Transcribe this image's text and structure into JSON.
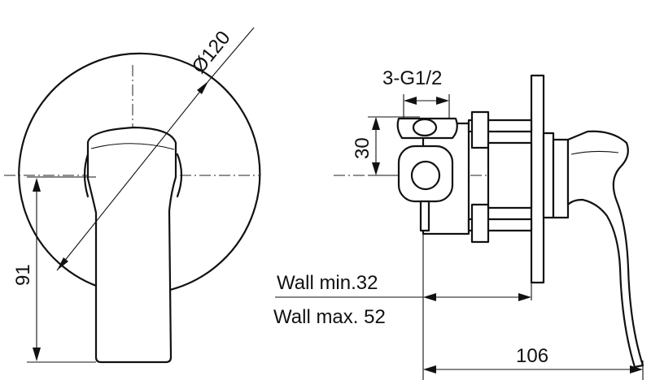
{
  "dimensions": {
    "diameter": "Ø120",
    "height": "91",
    "thread": "3-G1/2",
    "spacing": "30",
    "wall_min": "Wall min.32",
    "wall_max": "Wall max. 52",
    "depth": "106"
  }
}
